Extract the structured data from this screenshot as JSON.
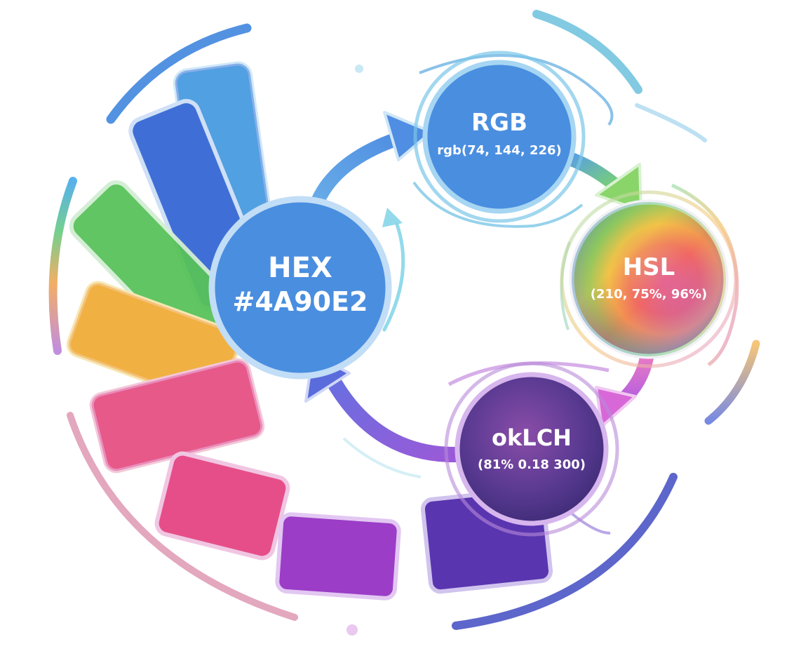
{
  "colors": {
    "hex_node": "#4a8ee0",
    "rgb_node": "#4a8ee0",
    "arrow_blue": "#5aa0e0",
    "arrow_green": "#7ed67a",
    "arrow_pink": "#d968d0",
    "arrow_purple": "#8a5ed8"
  },
  "nodes": {
    "hex": {
      "title": "HEX",
      "value": "#4A90E2"
    },
    "rgb": {
      "title": "RGB",
      "value": "rgb(74, 144, 226)"
    },
    "hsl": {
      "title": "HSL",
      "value": "(210, 75%, 96%)"
    },
    "oklch": {
      "title": "okLCH",
      "value": "(81% 0.18 300)"
    }
  },
  "swatch_fan": {
    "colors": [
      "#4b8fe6",
      "#3f6fd6",
      "#58c25a",
      "#f3d24a",
      "#f09a3a",
      "#ec5a8a",
      "#e04b90",
      "#9b3dc7",
      "#5a35b0"
    ]
  }
}
